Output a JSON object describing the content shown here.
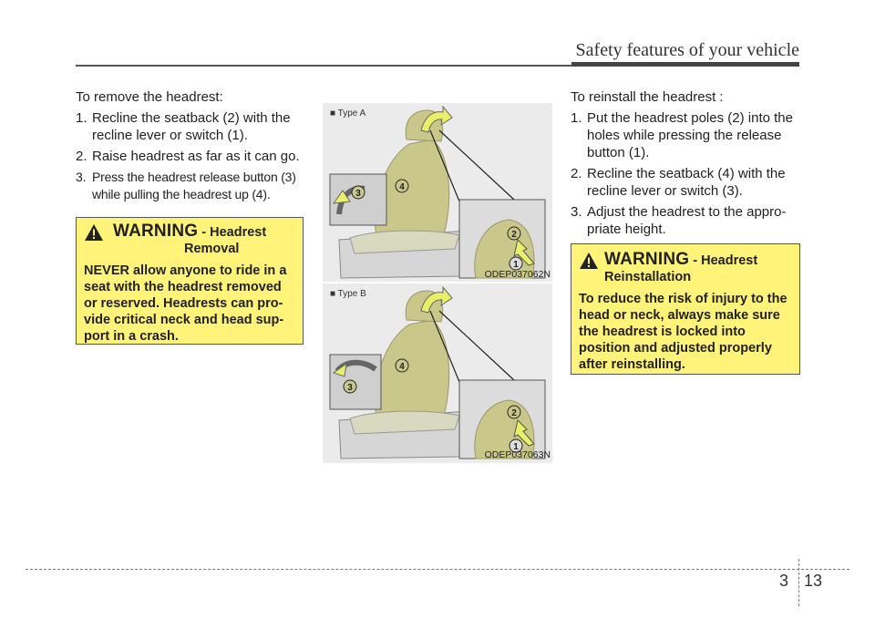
{
  "header": {
    "title": "Safety features of your vehicle"
  },
  "left": {
    "intro": "To remove the headrest:",
    "steps": [
      {
        "num": "1.",
        "text": "Recline the seatback (2) with the recline lever or switch (1)."
      },
      {
        "num": "2.",
        "text": "Raise headrest as far as it can go."
      },
      {
        "num": "3.",
        "text": "Press the headrest release button (3) while pulling the headrest up (4)."
      }
    ],
    "warning": {
      "title": "WARNING",
      "subtitle_line1": "Headrest",
      "subtitle_line2": "Removal",
      "body": "NEVER allow anyone to ride in a seat with the headrest removed or reserved. Headrests can pro-vide critical neck and head sup-port in a crash."
    }
  },
  "figure": {
    "type_a_label": "■ Type A",
    "type_b_label": "■ Type B",
    "code_a": "ODEP037062N",
    "code_b": "ODEP037063N",
    "callouts": [
      "1",
      "2",
      "3",
      "4"
    ]
  },
  "right": {
    "intro": "To reinstall the headrest :",
    "steps": [
      {
        "num": "1.",
        "text": "Put the headrest poles (2) into the holes while pressing the release button (1)."
      },
      {
        "num": "2.",
        "text": "Recline the seatback (4) with the recline lever or switch (3)."
      },
      {
        "num": "3.",
        "text": "Adjust the headrest to the appro-priate height."
      }
    ],
    "warning": {
      "title": "WARNING",
      "subtitle_line1": "Headrest",
      "subtitle_line2": "Reinstallation",
      "body": "To reduce the risk of injury to the head or neck, always make sure the headrest is locked into position and adjusted properly after reinstalling."
    }
  },
  "footer": {
    "section": "3",
    "page": "13"
  },
  "colors": {
    "warning_bg": "#fff37a",
    "seat": "#c9c78a",
    "figure_bg": "#ebebeb",
    "arrow": "#e8f06a"
  }
}
